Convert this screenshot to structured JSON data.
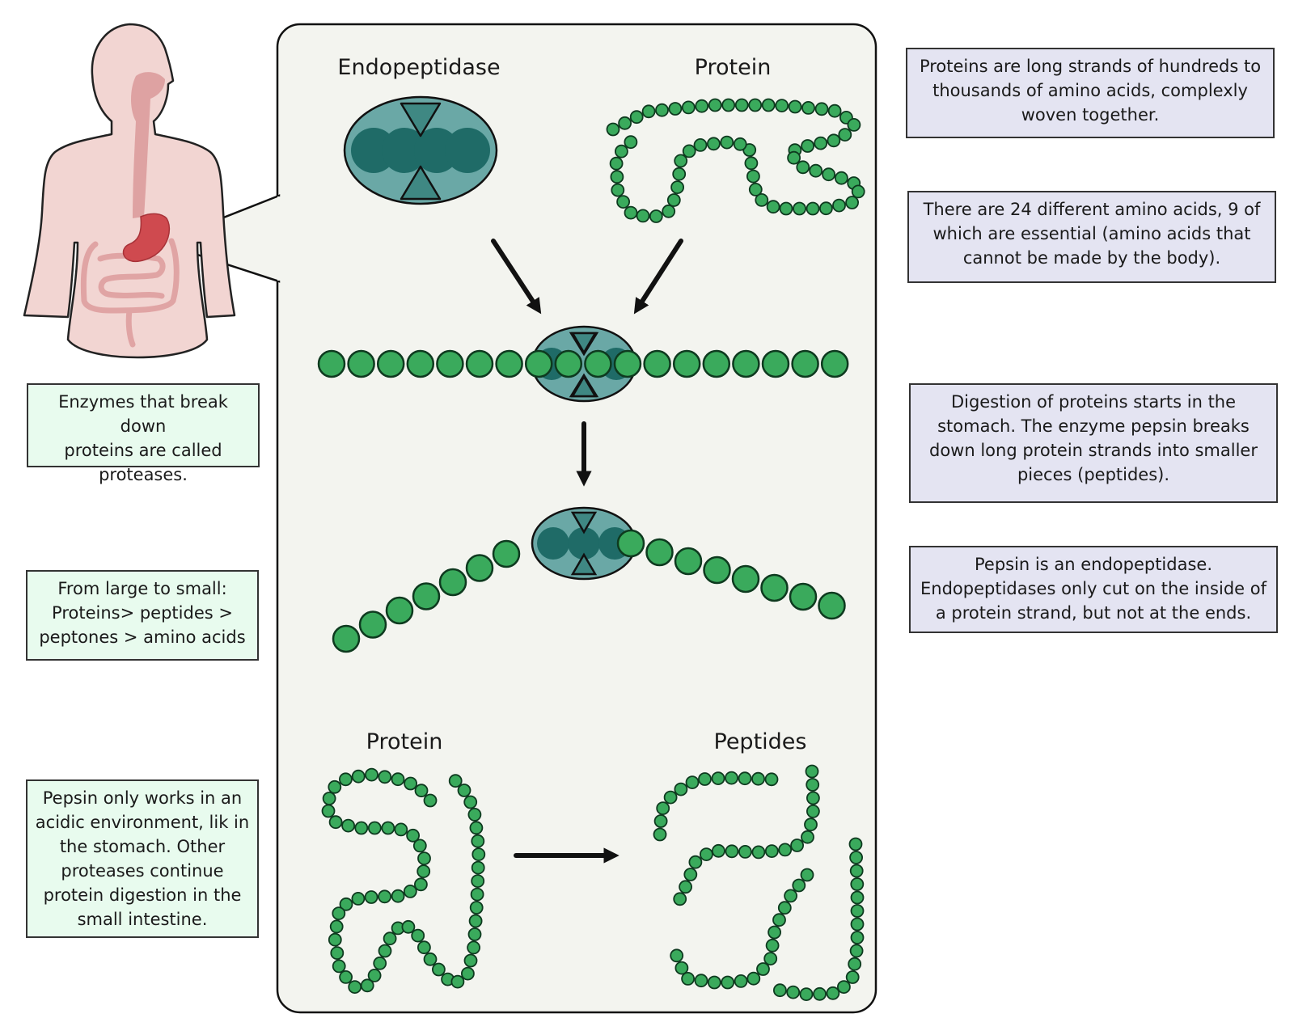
{
  "labels": {
    "endopeptidase": "Endopeptidase",
    "protein_top": "Protein",
    "protein_bottom": "Protein",
    "peptides": "Peptides"
  },
  "left_boxes": [
    {
      "lines": [
        "Enzymes that break down",
        "proteins are called",
        "proteases."
      ]
    },
    {
      "lines": [
        "From large to small:",
        "Proteins> peptides >",
        "peptones > amino acids"
      ]
    },
    {
      "lines": [
        "Pepsin only works in an",
        "acidic environment, lik in",
        "the stomach. Other",
        "proteases continue",
        "protein digestion in the",
        "small intestine."
      ]
    }
  ],
  "right_boxes": [
    {
      "lines": [
        "Proteins are long strands of hundreds to",
        "thousands of amino acids, complexly",
        "woven together."
      ]
    },
    {
      "lines": [
        "There are 24 different amino acids, 9 of",
        "which are essential (amino acids that",
        "cannot be made by the body)."
      ]
    },
    {
      "lines": [
        "Digestion of proteins starts in the",
        "stomach. The enzyme pepsin breaks",
        "down long protein strands into smaller",
        "pieces (peptides)."
      ]
    },
    {
      "lines": [
        "Pepsin is an endopeptidase.",
        "Endopeptidases only cut on the inside of",
        "a protein strand, but not at the ends."
      ]
    }
  ],
  "colors": {
    "bead_fill": "#3aaa5c",
    "bead_stroke": "#0e3a1f",
    "enzyme_outer": "#6aa8a6",
    "enzyme_inner": "#1f6b67",
    "panel_bg": "#f3f4ef",
    "body_skin": "#f2d5d2",
    "stomach": "#cf4a4f",
    "green_box": "#e8fbee",
    "lavender_box": "#e4e4f2"
  },
  "icons": [
    "human-torso-icon",
    "stomach-icon",
    "intestine-icon",
    "enzyme-icon",
    "arrow-icon"
  ]
}
